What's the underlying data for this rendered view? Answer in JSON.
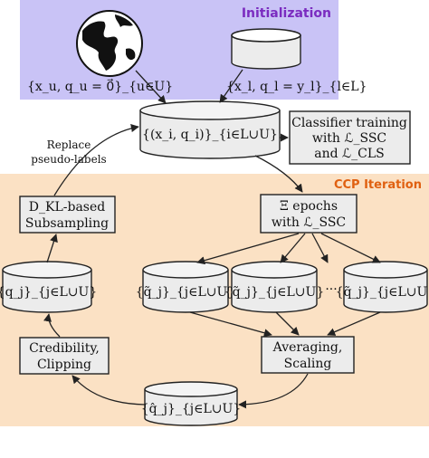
{
  "regions": {
    "initialization": {
      "title": "Initialization",
      "fill": "#c9c3f6",
      "title_color": "#7b2cc0"
    },
    "ccp_iteration": {
      "title": "CCP Iteration",
      "fill": "#fbe1c4",
      "title_color": "#e06010"
    }
  },
  "nodes": {
    "unlabeled_set": "{x_u, q_u = 0⃗}_{u∈U}",
    "labeled_set": "{x_l, q_l = y_l}_{l∈L}",
    "joint_set": "{(x_i, q_i)}_{i∈L∪U}",
    "classifier_training": [
      "Classifier training",
      "with ℒ_SSC",
      "and ℒ_CLS"
    ],
    "epochs": [
      "Ξ epochs",
      "with ℒ_SSC"
    ],
    "subsampling": [
      "D_KL-based",
      "Subsampling"
    ],
    "q_set": "{q_j}_{j∈L∪U}",
    "q_tilde_1": "{q̃_j}_{j∈L∪U}",
    "q_tilde_2": "{q̃_j}_{j∈L∪U}",
    "q_tilde_3": "{q̃_j}_{j∈L∪U}",
    "ellipsis": "···",
    "averaging": [
      "Averaging,",
      "Scaling"
    ],
    "credibility": [
      "Credibility,",
      "Clipping"
    ],
    "q_hat_set": "{q̂_j}_{j∈L∪U}"
  },
  "edge_labels": {
    "replace": [
      "Replace",
      "pseudo-labels"
    ]
  },
  "icons": [
    "globe-icon",
    "database-cylinder-icon"
  ]
}
